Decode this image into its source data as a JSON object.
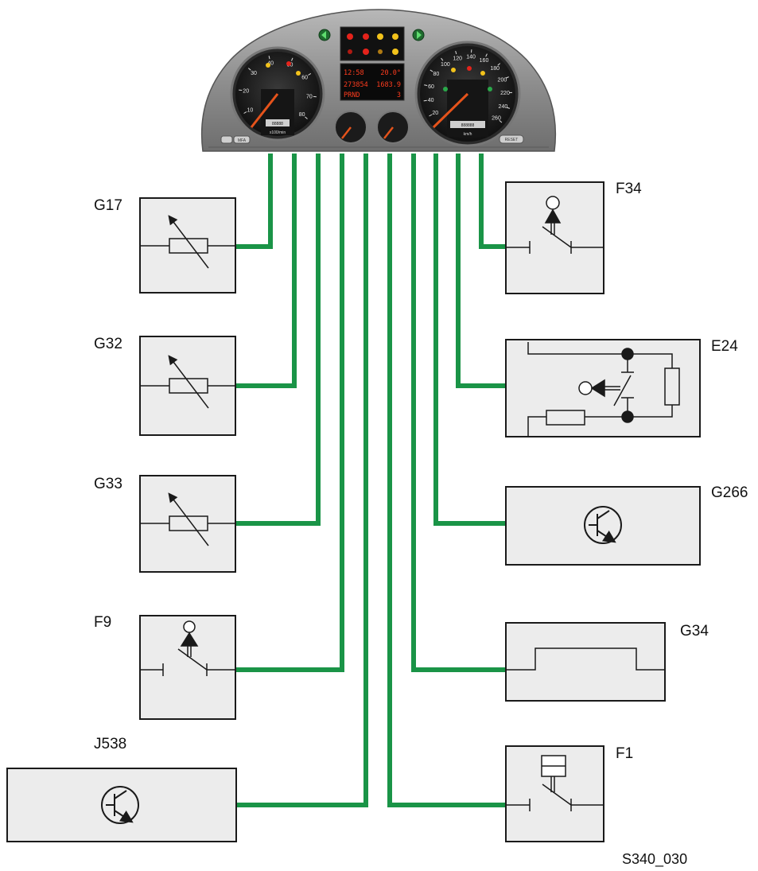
{
  "components": {
    "G17": "G17",
    "G32": "G32",
    "G33": "G33",
    "F9": "F9",
    "J538": "J538",
    "F34": "F34",
    "E24": "E24",
    "G266": "G266",
    "G34": "G34",
    "F1": "F1"
  },
  "figure_id": "S340_030",
  "cluster": {
    "display_line1_left": "12:58",
    "display_line1_right": "20.0°",
    "display_line2_left": "273854",
    "display_line2_right": "1683.9",
    "gear_line": "PRND",
    "gear_digit": "3",
    "tach_ticks": [
      "10",
      "20",
      "30",
      "40",
      "50",
      "60",
      "70",
      "80"
    ],
    "speed_ticks": [
      "20",
      "40",
      "60",
      "80",
      "100",
      "120",
      "140",
      "160",
      "180",
      "200",
      "220",
      "240",
      "260"
    ],
    "odo_left": "88888",
    "odo_right": "888888",
    "speed_unit": "km/h",
    "tach_unit": "x100/min",
    "left_buttons": [
      "",
      "MFA"
    ],
    "right_button": "RESET"
  },
  "colors": {
    "wire": "#1a9447",
    "box_fill": "#ececec",
    "box_stroke": "#1a1a1a",
    "cluster_body": "#8a8a8a"
  }
}
